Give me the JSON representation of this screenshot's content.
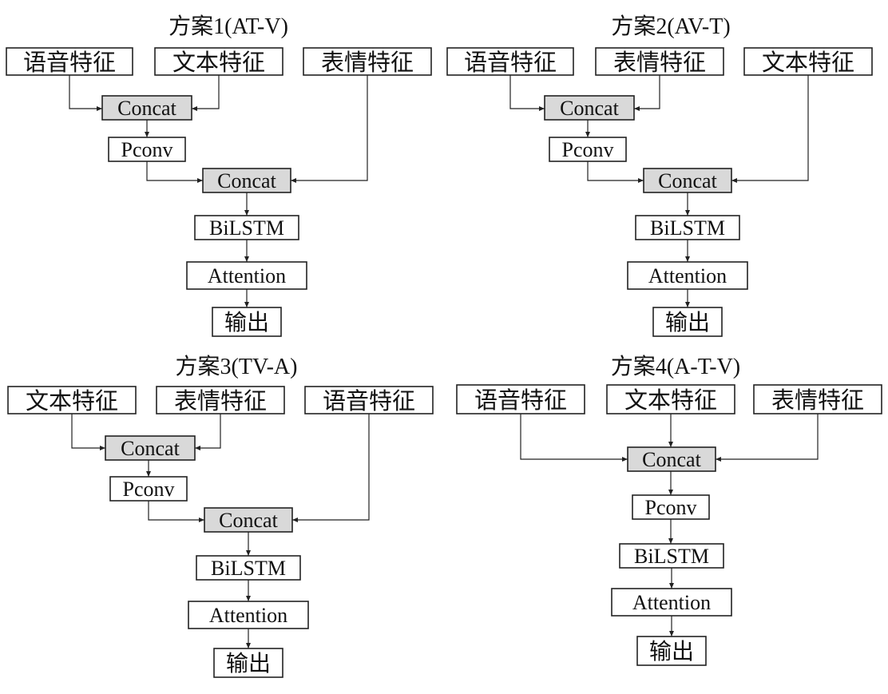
{
  "colors": {
    "line": "#222222",
    "box_fill": "#ffffff",
    "concat_fill": "#d9d9d9",
    "text": "#111111"
  },
  "schemes": [
    {
      "title": "方案1(AT-V)",
      "inputs": [
        "语音特征",
        "文本特征",
        "表情特征"
      ],
      "concat1": "Concat",
      "pconv": "Pconv",
      "concat2": "Concat",
      "bilstm": "BiLSTM",
      "attention": "Attention",
      "output": "输出"
    },
    {
      "title": "方案2(AV-T)",
      "inputs": [
        "语音特征",
        "表情特征",
        "文本特征"
      ],
      "concat1": "Concat",
      "pconv": "Pconv",
      "concat2": "Concat",
      "bilstm": "BiLSTM",
      "attention": "Attention",
      "output": "输出"
    },
    {
      "title": "方案3(TV-A)",
      "inputs": [
        "文本特征",
        "表情特征",
        "语音特征"
      ],
      "concat1": "Concat",
      "pconv": "Pconv",
      "concat2": "Concat",
      "bilstm": "BiLSTM",
      "attention": "Attention",
      "output": "输出"
    },
    {
      "title": "方案4(A-T-V)",
      "inputs": [
        "语音特征",
        "文本特征",
        "表情特征"
      ],
      "concat": "Concat",
      "pconv": "Pconv",
      "bilstm": "BiLSTM",
      "attention": "Attention",
      "output": "输出"
    }
  ]
}
